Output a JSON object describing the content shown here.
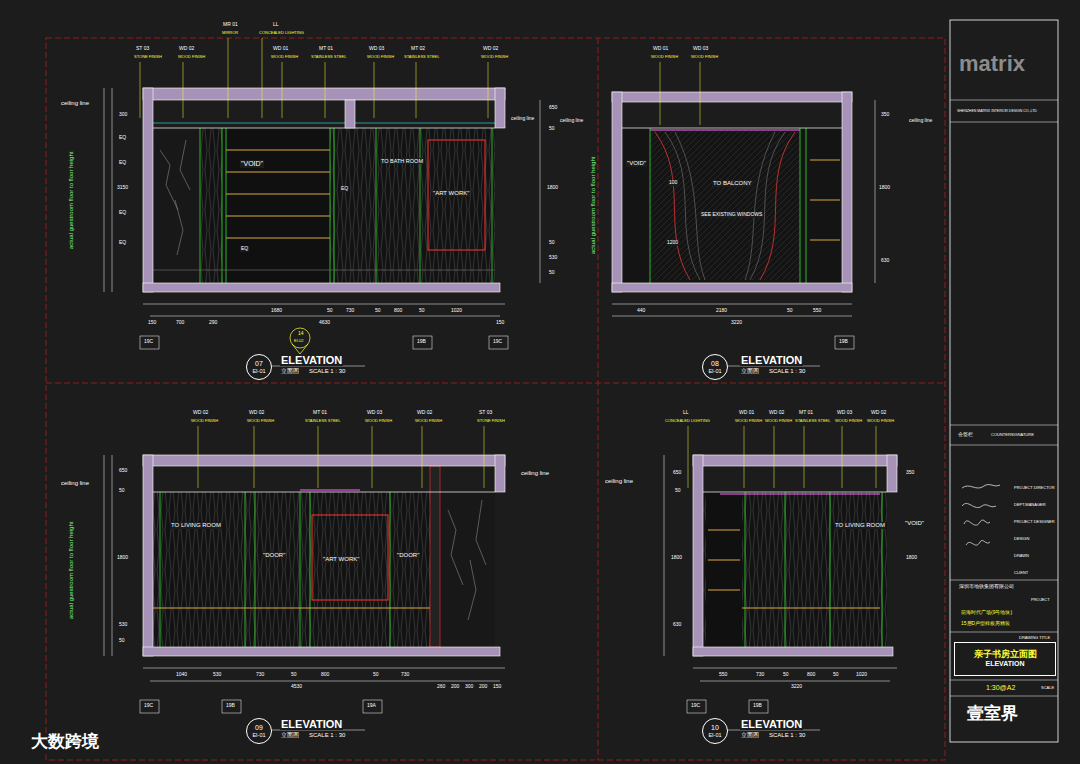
{
  "diagram": {
    "nodes": [
      {
        "text": [
          "07",
          "EI-01"
        ]
      },
      {
        "text": [
          "08",
          "EI-01"
        ]
      },
      {
        "text": [
          "09",
          "EI-01"
        ]
      },
      {
        "text": [
          "10",
          "EI-01"
        ]
      },
      {
        "text": [
          "亲子书房立面图",
          "ELEVATION"
        ]
      }
    ],
    "labels": [
      "ST 03",
      "STONE FINISH",
      "WD 02",
      "WOOD FINISH",
      "MR 01",
      "MIRROR",
      "LL",
      "CONCEALED LIGHTING",
      "WD 01",
      "WOOD FINISH",
      "MT 01",
      "STAINLESS STEEL",
      "WD 03",
      "WOOD FINISH",
      "MT 02",
      "STAINLESS STEEL",
      "WD 02",
      "WOOD FINISH",
      "ceiling line",
      "ceiling line",
      "actual guestroom floor to floor height",
      "300",
      "EQ",
      "EQ",
      "3150",
      "EQ",
      "EQ",
      "650",
      "50",
      "1800",
      "50",
      "530",
      "50",
      "\"VOID\"",
      "TO BATH ROOM",
      "\"ART WORK\"",
      "EQ",
      "EQ",
      "150",
      "700",
      "290",
      "1680",
      "50",
      "730",
      "50",
      "800",
      "50",
      "1020",
      "150",
      "4630",
      "14",
      "EI-02",
      "19C",
      "19B",
      "19C",
      "ELEVATION",
      "立面图",
      "SCALE 1 : 30",
      "WD 01",
      "WOOD FINISH",
      "WD 03",
      "WOOD FINISH",
      "ceiling line",
      "ceiling line",
      "actual guestroom floor to floor height",
      "\"VOID\"",
      "TO BALCONY",
      "SEE EXISTING WINDOWS",
      "100",
      "1200",
      "440",
      "2180",
      "50",
      "550",
      "3220",
      "350",
      "1800",
      "630",
      "19B",
      "ELEVATION",
      "立面图",
      "SCALE 1 : 30",
      "WD 02",
      "WOOD FINISH",
      "WD 02",
      "WOOD FINISH",
      "MT 01",
      "STAINLESS STEEL",
      "WD 03",
      "WOOD FINISH",
      "WD 02",
      "WOOD FINISH",
      "ST 03",
      "STONE FINISH",
      "ceiling line",
      "ceiling line",
      "actual guestroom floor to floor height",
      "TO LIVING ROOM",
      "\"DOOR\"",
      "\"ART WORK\"",
      "\"DOOR\"",
      "650",
      "50",
      "1800",
      "530",
      "50",
      "1040",
      "530",
      "730",
      "50",
      "800",
      "50",
      "730",
      "260",
      "200",
      "300",
      "200",
      "150",
      "4530",
      "19C",
      "19B",
      "19A",
      "ELEVATION",
      "立面图",
      "SCALE 1 : 30",
      "LL",
      "CONCEALED LIGHTING",
      "WD 01",
      "WOOD FINISH",
      "WD 02",
      "WOOD FINISH",
      "MT 01",
      "STAINLESS STEEL",
      "WD 03",
      "WOOD FINISH",
      "WD 02",
      "WOOD FINISH",
      "ceiling line",
      "\"VOID\"",
      "TO LIVING ROOM",
      "650",
      "50",
      "1800",
      "630",
      "350",
      "1800",
      "550",
      "730",
      "50",
      "800",
      "50",
      "1020",
      "3220",
      "19C",
      "19B",
      "ELEVATION",
      "立面图",
      "SCALE 1 : 30",
      "matrix",
      "SHENZHEN MATRIX INTERIOR DESIGN CO.,LTD",
      "COUNTERSIGNATURE",
      "会签栏",
      "PROJECT DIRECTOR",
      "DEPT.MANAGER",
      "PROJECT DESIGNER",
      "DESIGN",
      "DRAWN",
      "CLIENT",
      "深圳市地铁集团有限公司",
      "PROJECT",
      "前海时代广场(9号地块)",
      "15层D户型样板房精装",
      "DRAWING TITLE",
      "1:30@A2",
      "SCALE",
      "大数跨境",
      "壹室界"
    ]
  }
}
